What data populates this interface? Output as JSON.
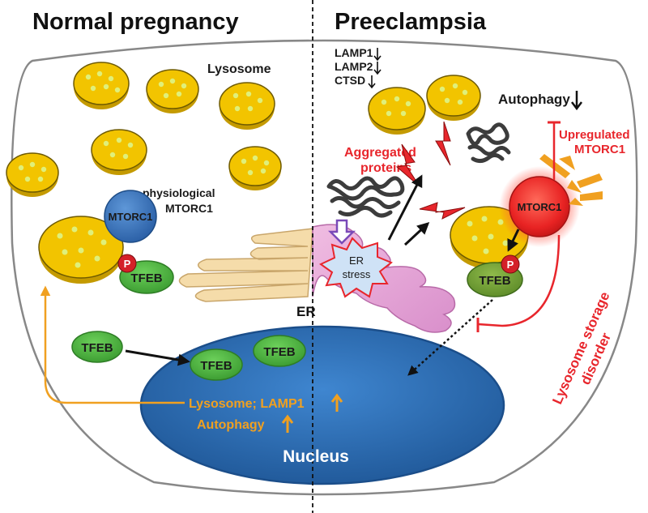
{
  "titles": {
    "left": "Normal pregnancy",
    "right": "Preeclampsia"
  },
  "labels": {
    "lysosome": "Lysosome",
    "physiological_line1": "physiological",
    "physiological_line2": "MTORC1",
    "mtorc1": "MTORC1",
    "tfeb": "TFEB",
    "phospho": "P",
    "er": "ER",
    "er_stress_line1": "ER",
    "er_stress_line2": "stress",
    "nucleus": "Nucleus",
    "lysosome_lamp1": "Lysosome; LAMP1",
    "autophagy_up": "Autophagy",
    "lamp1_down": "LAMP1",
    "lamp2_down": "LAMP2",
    "ctsd_down": "CTSD",
    "autophagy_down": "Autophagy",
    "aggregated_line1": "Aggregated",
    "aggregated_line2": "proteins",
    "upregulated_line1": "Upregulated",
    "upregulated_line2": "MTORC1",
    "storage_line1": "Lysosome storage",
    "storage_line2": "disorder"
  },
  "colors": {
    "lysosome_fill": "#f2c400",
    "lysosome_dot": "#dff07a",
    "mtorc1_normal": "#3a78c2",
    "mtorc1_pathologic": "#e82323",
    "tfeb_green": "#48b43e",
    "tfeb_olive": "#6f9a33",
    "phospho_red": "#d42028",
    "nucleus_blue": "#2e6fb6",
    "er_tan": "#f5dcaa",
    "er_pink": "#e8a8d8",
    "orange": "#f0a020",
    "red": "#e8262c",
    "aggregate_gray": "#4a4a4a"
  }
}
